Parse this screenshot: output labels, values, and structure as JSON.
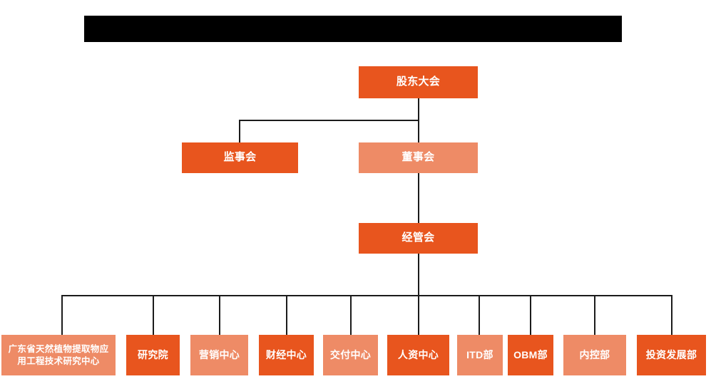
{
  "diagram": {
    "title_bar": {
      "name": "redacted-title-bar",
      "text": ""
    },
    "colors": {
      "dark_orange": "#E8551E",
      "light_orange": "#EE8B66",
      "connector": "#1b1b1b",
      "redaction": "#000000",
      "background": "#FFFFFF",
      "node_text": "#FFFFFF"
    },
    "nodes": {
      "shareholders_meeting": "股东大会",
      "board_of_supervisors": "监事会",
      "board_of_directors": "董事会",
      "management_committee": "经管会"
    },
    "departments": [
      {
        "label": "广东省天然植物提取物应\n用工程技术研究中心",
        "tone": "light"
      },
      {
        "label": "研究院",
        "tone": "dark"
      },
      {
        "label": "营销中心",
        "tone": "light"
      },
      {
        "label": "财经中心",
        "tone": "dark"
      },
      {
        "label": "交付中心",
        "tone": "light"
      },
      {
        "label": "人资中心",
        "tone": "dark"
      },
      {
        "label": "ITD部",
        "tone": "light"
      },
      {
        "label": "OBM部",
        "tone": "dark"
      },
      {
        "label": "内控部",
        "tone": "light"
      },
      {
        "label": "投资发展部",
        "tone": "dark"
      }
    ]
  }
}
